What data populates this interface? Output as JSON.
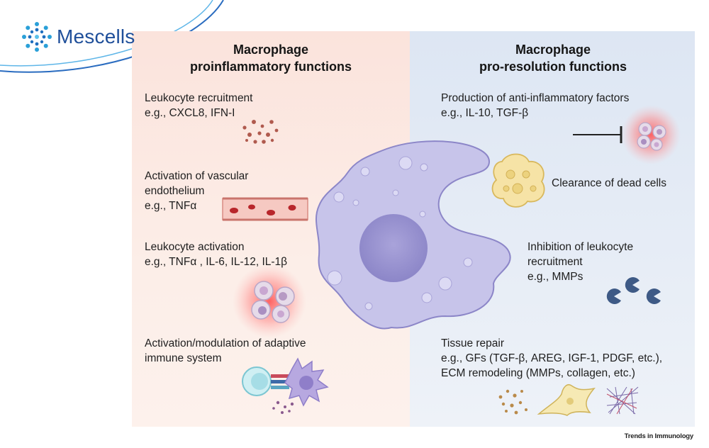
{
  "logo": {
    "name": "Mescells",
    "color": "#1f4f9a",
    "icon": "cluster-dots-icon"
  },
  "left_panel": {
    "title_line1": "Macrophage",
    "title_line2": "proinflammatory functions",
    "background": "#fbe3dc",
    "items": [
      {
        "lines": [
          "Leukocyte recruitment",
          "e.g., CXCL8, IFN-I"
        ],
        "icon": "chemokine-dots-icon"
      },
      {
        "lines": [
          "Activation of vascular",
          "endothelium",
          "e.g., TNFα"
        ],
        "icon": "blood-vessel-icon"
      },
      {
        "lines": [
          "Leukocyte activation",
          "e.g., TNFα , IL-6, IL-12, IL-1β"
        ],
        "icon": "activated-leukocytes-icon"
      },
      {
        "lines": [
          "Activation/modulation of adaptive",
          "immune system"
        ],
        "icon": "t-cell-dendritic-cell-icon"
      }
    ]
  },
  "right_panel": {
    "title_line1": "Macrophage",
    "title_line2": "pro-resolution functions",
    "background": "#dde6f3",
    "items": [
      {
        "lines": [
          "Production of anti-inflammatory factors",
          "e.g., IL-10, TGF-β"
        ],
        "icon": "inhibition-arrow-icon"
      },
      {
        "lines": [
          "Clearance of dead cells"
        ],
        "icon": "apoptotic-cell-icon"
      },
      {
        "lines": [
          "Inhibition of leukocyte",
          "recruitment",
          "e.g., MMPs"
        ],
        "icon": "pacman-mmp-icon"
      },
      {
        "lines": [
          "Tissue repair",
          "e.g., GFs (TGF-β, AREG, IGF-1, PDGF, etc.),",
          "ECM remodeling (MMPs, collagen, etc.)"
        ],
        "icon": "tissue-repair-icon"
      }
    ]
  },
  "center": {
    "icon": "macrophage-cell-icon",
    "color": "#c7c4ea"
  },
  "source": "Trends in Immunology"
}
